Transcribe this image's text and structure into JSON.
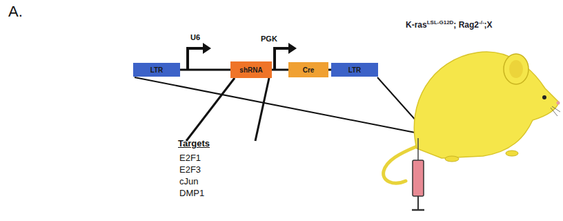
{
  "diagram": {
    "nodes": [
      {
        "text": [
          "LTR"
        ]
      },
      {
        "text": [
          "shRNA"
        ]
      },
      {
        "text": [
          "Cre"
        ]
      },
      {
        "text": [
          "LTR"
        ]
      }
    ],
    "edges": [
      {
        "from": 0,
        "to": 1,
        "arrow": "none"
      },
      {
        "from": 1,
        "to": 2,
        "arrow": "none"
      },
      {
        "from": 2,
        "to": 3,
        "arrow": "none"
      }
    ],
    "labels": [
      "A.",
      "U6",
      "PGK",
      "Targets",
      "E2F1",
      "E2F3",
      "cJun",
      "DMP1",
      "K-ras",
      "LSL-G12D",
      "; Rag2",
      "-/-",
      ";X"
    ]
  }
}
